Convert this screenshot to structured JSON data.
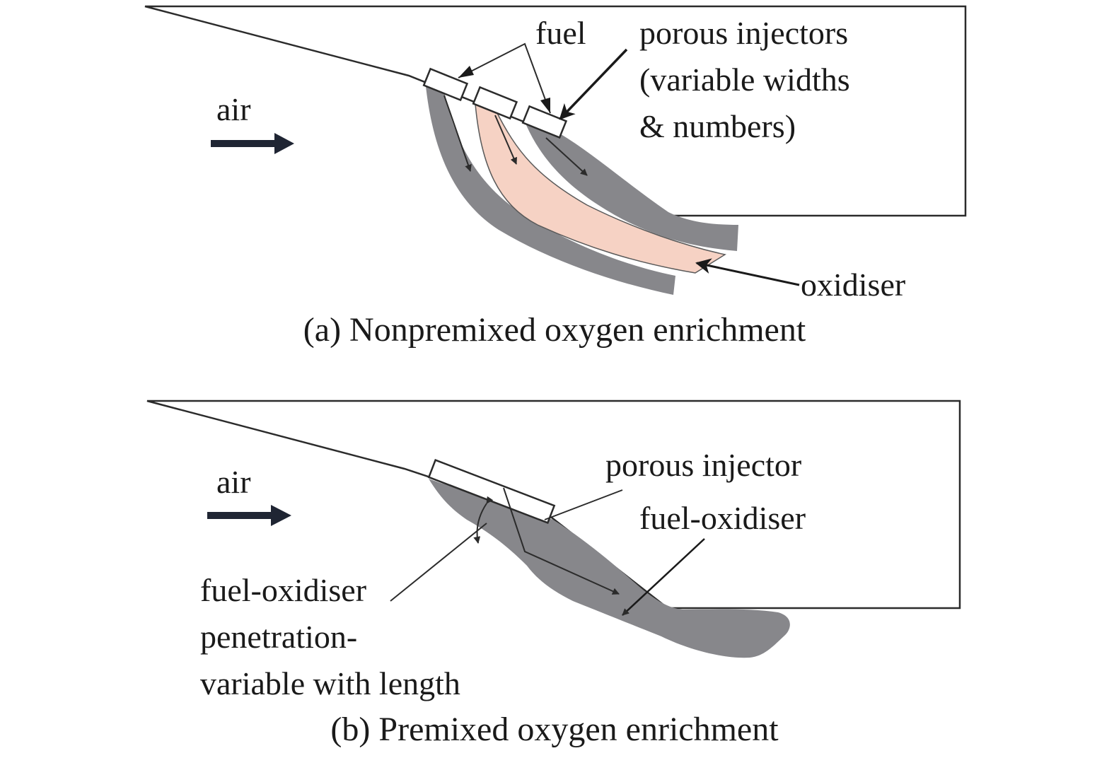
{
  "panel_a": {
    "labels": {
      "air": "air",
      "fuel": "fuel",
      "porous_injectors_1": "porous injectors",
      "porous_injectors_2": "(variable widths",
      "porous_injectors_3": "& numbers)",
      "oxidiser": "oxidiser"
    },
    "caption": "(a) Nonpremixed oxygen enrichment"
  },
  "panel_b": {
    "labels": {
      "air": "air",
      "porous_injector": "porous injector",
      "fuel_oxidiser": "fuel-oxidiser",
      "penetration_1": "fuel-oxidiser",
      "penetration_2": "penetration-",
      "penetration_3": "variable with length"
    },
    "caption": "(b) Premixed oxygen enrichment"
  },
  "colors": {
    "plume_gray": "#87878b",
    "oxidiser_pink": "#f6d2c4",
    "outline": "#2b2b2b",
    "arrow": "#1f2533"
  }
}
